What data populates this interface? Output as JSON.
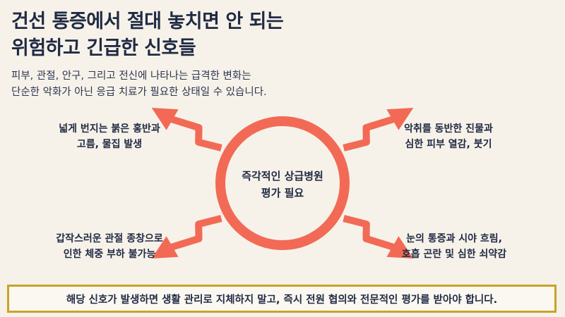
{
  "title": {
    "line1": "건선 통증에서 절대 놓치면 안 되는",
    "line2": "위험하고 긴급한 신호들"
  },
  "subtitle": {
    "line1": "피부, 관절, 안구, 그리고 전신에 나타나는 급격한 변화는",
    "line2": "단순한 악화가 아닌 응급 치료가 필요한 상태일 수 있습니다."
  },
  "center": {
    "line1": "즉각적인 상급병원",
    "line2": "평가 필요"
  },
  "signs": {
    "top_left": {
      "line1": "넓게 번지는 붉은 홍반과",
      "line2": "고름, 물집 발생"
    },
    "top_right": {
      "line1": "악취를 동반한 진물과",
      "line2": "심한 피부 열감, 붓기"
    },
    "bottom_left": {
      "line1": "갑작스러운 관절 종창으로",
      "line2": "인한 체중 부하 불가능"
    },
    "bottom_right": {
      "line1": "눈의 통증과 시야 흐림,",
      "line2": "호흡 곤란 및 심한 쇠약감"
    }
  },
  "footer": {
    "text": "해당 신호가 발생하면 생활 관리로 지체하지 말고, 즉시 전원 협의와 전문적인 평가를 받아야 합니다."
  },
  "colors": {
    "accent": "#f26a55",
    "text": "#1f2a44",
    "background": "#f7f2e9",
    "footer_border": "#c9a227"
  },
  "icons": {
    "arrows": "lightning-arrow-icon"
  }
}
